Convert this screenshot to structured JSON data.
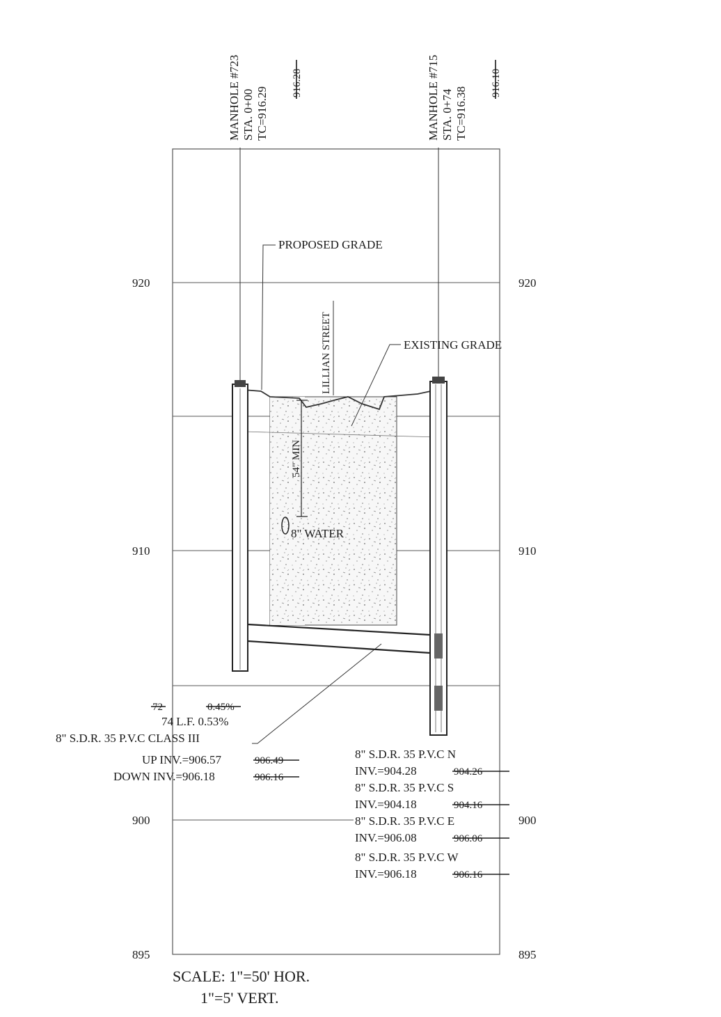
{
  "elevation_axis": {
    "left_labels": [
      "920",
      "910",
      "900",
      "895"
    ],
    "right_labels": [
      "920",
      "910",
      "900",
      "895"
    ]
  },
  "manholes": [
    {
      "name": "MANHOLE #723",
      "station": "STA. 0+00",
      "tc": "TC=916.29",
      "tc_old": "916.28"
    },
    {
      "name": "MANHOLE #715",
      "station": "STA. 0+74",
      "tc": "TC=916.38",
      "tc_old": "916.10"
    }
  ],
  "callouts": {
    "proposed_grade": "PROPOSED GRADE",
    "existing_grade": "EXISTING GRADE",
    "street": "LILLIAN STREET",
    "min_cover": "54\" MIN",
    "water": "8\" WATER"
  },
  "pipe_run": {
    "old_length": "72",
    "old_slope": "0.45%",
    "length_slope": "74 L.F. 0.53%",
    "material": "8\" S.D.R. 35 P.V.C CLASS III",
    "up_inv": "UP INV.=906.57",
    "up_inv_old": "906.49",
    "down_inv": "DOWN INV.=906.18",
    "down_inv_old": "906.16"
  },
  "manhole_pipes": [
    {
      "pipe": "8\" S.D.R. 35 P.V.C N",
      "inv": "INV.=904.28",
      "inv_old": "904.26"
    },
    {
      "pipe": "8\" S.D.R. 35 P.V.C S",
      "inv": "INV.=904.18",
      "inv_old": "904.16"
    },
    {
      "pipe": "8\" S.D.R. 35 P.V.C E",
      "inv": "INV.=906.08",
      "inv_old": "906.06"
    },
    {
      "pipe": "8\" S.D.R. 35 P.V.C W",
      "inv": "INV.=906.18",
      "inv_old": "906.16"
    }
  ],
  "scale": {
    "horizontal": "SCALE: 1\"=50' HOR.",
    "vertical": "1\"=5' VERT."
  }
}
